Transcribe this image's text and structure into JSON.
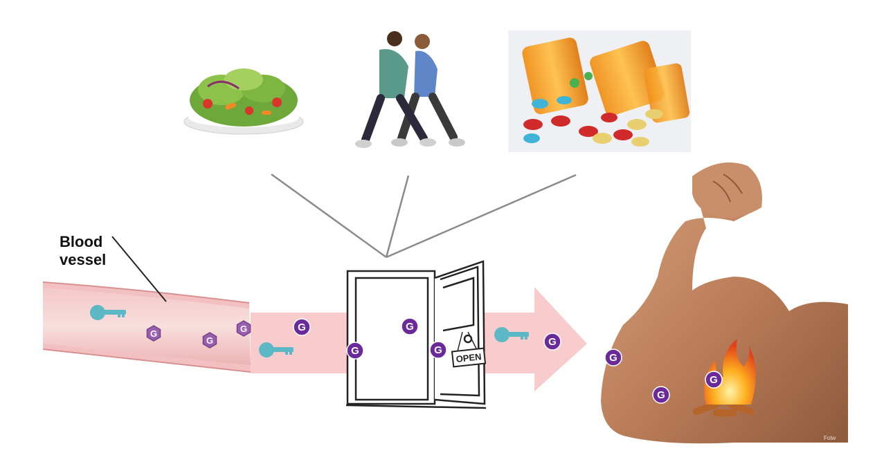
{
  "labels": {
    "blood": "Blood",
    "vessel": "vessel",
    "open_sign": "OPEN",
    "glucose": "G",
    "watermark": "Fotw"
  },
  "colors": {
    "glucose": "#6a2a9a",
    "key": "#5cb8c4",
    "arrow": "#f7c6c6",
    "vessel_wall": "#f1bcbc",
    "vessel_inner": "#f7d3d3",
    "connector": "#8a8a8a",
    "skin": "#c08a68"
  },
  "icons": [
    "salad-icon",
    "walking-people-icon",
    "pill-bottles-icon",
    "door-icon",
    "key-icon",
    "flexed-arm-icon",
    "fire-icon"
  ]
}
